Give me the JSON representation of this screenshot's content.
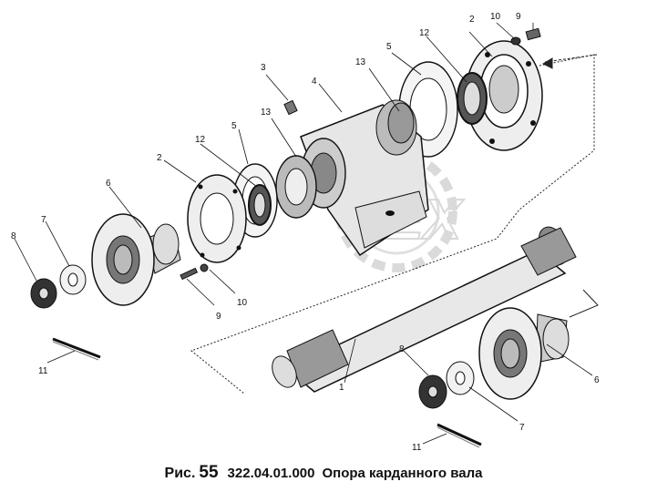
{
  "caption": {
    "figure_prefix": "Рис.",
    "figure_number": "55",
    "part_code": "322.04.01.000",
    "title": "Опора карданного вала"
  },
  "watermark": {
    "text": "PEX"
  },
  "callouts": {
    "c1": "1",
    "c2a": "2",
    "c2b": "2",
    "c3": "3",
    "c4": "4",
    "c5a": "5",
    "c5b": "5",
    "c6a": "6",
    "c6b": "6",
    "c7a": "7",
    "c7b": "7",
    "c8a": "8",
    "c8b": "8",
    "c9a": "9",
    "c9b": "9",
    "c10a": "10",
    "c10b": "10",
    "c11a": "11",
    "c11b": "11",
    "c12a": "12",
    "c12b": "12",
    "c13a": "13",
    "c13b": "13"
  }
}
